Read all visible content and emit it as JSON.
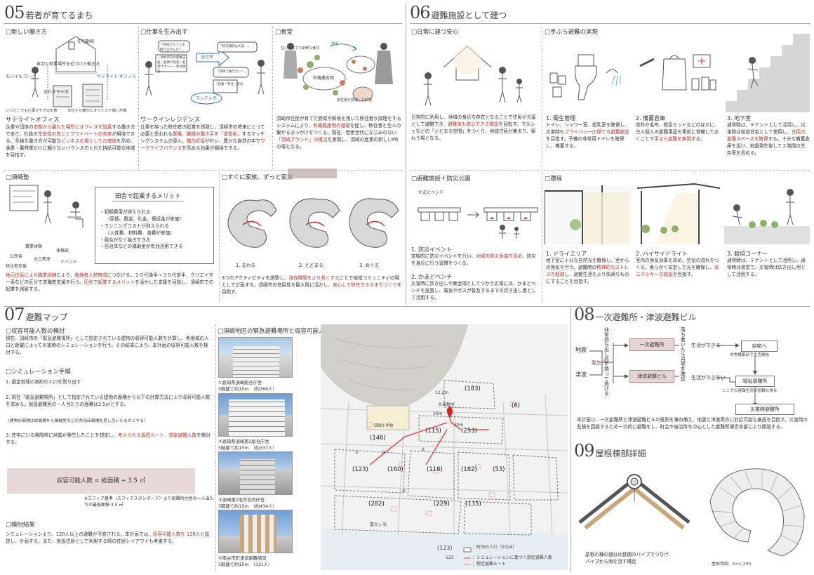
{
  "s05": {
    "num": "05",
    "title": "若者が育てるまち",
    "w1": {
      "h": "□新しい働き方",
      "c1": "在宅勤務",
      "c2": "自宅と就業場所を近づけた働き方",
      "c3": "モバイル\nワーク",
      "c4": "本社オフィス",
      "c5": "サテライト\nオフィス",
      "c6": "いつどこでも仕事ができる形態",
      "c7": "本社から離れたオフィスで働く形態",
      "title": "サテライトオフィス",
      "p1": "企業や団体の",
      "p2": "本拠から離れた場所にオフィスを設置",
      "p3": "する働き方であり、社員の",
      "p4": "生産性の向上とプライベートの充実",
      "p5": "が期待できる。多様な働き方が可能な",
      "p6": "ビジネスの場としての価値",
      "p7": "を高め、漁業・農林業だけに頼らないバランスのとれた持続可能な地域を目指す。"
    },
    "w2": {
      "h": "□仕事を生み出す",
      "b1": "「須崎でカフェを開きませんか？」",
      "b2": "・須崎市内の開業支援・起業の提案・起業サポート・移住相談",
      "b3": "「経営講座は大変…」",
      "b4": "送付名",
      "b5": "「須崎で働きたい！」",
      "b6": "・起業・移住・定住",
      "b7": "マッチング",
      "title": "ワークインレジデンス",
      "p1": "仕事を持った移住者の起業を誘致し、須崎市の将来にとって必要と思われる",
      "p2": "業種、職種の働き手を「逆指名」",
      "p3": "するマッチングシステムの導入。",
      "p4": "職住近接",
      "p5": "が叶い、豊かな自然の中で",
      "p6": "ワークライフバランス",
      "p7": "を高める効果が期待できる。"
    },
    "w3": {
      "h": "□食堂",
      "b1": "住人が育てた新鮮な食材",
      "b2": "循環",
      "b3": "有機農産物",
      "b4": "移住者が調理した料理",
      "p1": "須崎市住民が育てた野菜や鮮魚を用いて移住者が調理をするシステムにより、",
      "p2": "有機農産物の循環",
      "p3": "を促し、移住者と住人の繋がるきっかけをつくる。現在、若者世代になじみのない",
      "p4": "「須崎ブランド」の復活",
      "p5": "を実現し、須崎の産業の新しいPRの場となる。"
    },
    "w4": {
      "h": "□須崎塾",
      "b1": "田舎で起業するメリット",
      "l1": "・初期費用が抑えられる",
      "l1b": "（家賃、敷金、礼金、保証金が安価）",
      "l2": "・ランニングコストが抑えられる",
      "l2b": "（人件費、材料費、食費が安価）",
      "l3": "・競合がなく独占できる",
      "l4": "・自治体などの補助金が有効活用できる",
      "c1": "農業体験",
      "c2": "体験談",
      "c3": "公民会",
      "c4": "水工教室",
      "c5": "移住者支援",
      "c6": "イベント",
      "p1": "地元住民による職業訓練",
      "p2": "により、",
      "p3": "後継者人材育成",
      "p4": "につなげる。２０代後半～３０代前半、クリエイター系などの区分で求職者支援を行う。",
      "p5": "田舎で起業するメリット",
      "p6": "を活かした支援を目指し、須崎市での起業を誘致する。"
    },
    "w5": {
      "h": "□すぐに家族、ずっと家族",
      "k1": "1. まわる",
      "k2": "2. とどまる",
      "k3": "3. めぐる",
      "p1": "3つのアクティビティを誘致し、",
      "p2": "滞在時間をより長くする",
      "p3": "ことで地域コミュニティの場として計画する。須崎市の住民性を最大限に活かし、",
      "p4": "安心して移住できるまちづくり",
      "p5": "を目指す。"
    }
  },
  "s06": {
    "num": "06",
    "title": "避難施設として建つ",
    "a": {
      "h": "□日常に建つ安心",
      "p1": "日常的に利用し、地域の身近な存在となることで住民が言葉として避難でき、",
      "p2": "避難後も安心できる施設",
      "p3": "を目指す。マルシェなどの「とどまる空間」をつくり、地域住民が集まり、賑わう場となる。"
    },
    "b": {
      "h": "□手ぶら避難の実現",
      "t": "1. 衛生管理",
      "p1": "トイレ、シャワー室、授乳室を確保し、災害時も",
      "p2": "プライバシーの保てる避難施設",
      "p3": "を目指す。予備の非常用トイレを確保し、備蓄する。"
    },
    "c": {
      "t": "2. 備蓄倉庫",
      "p1": "食料や毛布、救急セットなどのほかに、住人個人の避難用品を事前に常備しておくことで",
      "p2": "手ぶら避難を実現",
      "p3": "する。"
    },
    "d": {
      "t": "3. 地下室",
      "p1": "通常時は、テナントとして活用し、災害時は仮設住宅として使用し、",
      "p2": "住民の避難スペースを確保",
      "p3": "する。十分な備蓄倉庫を設け、地震発生後して２時間の生存率を高める。"
    },
    "e": {
      "h": "□避難施設＋防災公園",
      "c": "かまどベンチ",
      "t1": "1. 防災イベント",
      "p1": "定期的に防災イベントを行い、",
      "p2": "地域の防災意識を高め",
      "p3": "、防災を身近に行う習慣をつくる。",
      "t2": "2. かまどベンチ",
      "p4": "災害時に炊き出しや集会場としてつかう広場には、かまどベンチを設置し、電気やガスが普及するまでの炊き出し用として活用する。"
    },
    "f": {
      "h": "□環境",
      "t1": "1. ドライエリア",
      "p1": "地下室に十分な自然光を確保し、室からの換気を行う。避難時の",
      "p2": "精神的なストレスを軽減",
      "p3": "し、避難生活をより快適なものにすることを目指す。",
      "t2": "2. ハイサイドライト",
      "p4": "室内の換気効率を高め、空気の流れをつくる。柔らかく安定した光を確保し、",
      "p5": "省エネルギーな施設",
      "p6": "を目指す。",
      "t3": "3. 栽培コーナー",
      "p7": "通常時は、テナントとして活用し、通常時は食堂で、災害時は炊き出し用として活用する。"
    }
  },
  "s07": {
    "num": "07",
    "title": "避難マップ",
    "h1": "□収容可能人数の検討",
    "p1": "現在、須崎市の「緊急避難場所」として指定されている建物の収容可能人数を計算し、各地域の人口と距離によって災害時のシミュレーションを行う。その結果により、本計画の収容可能人数を検討する。",
    "h2": "□シミュレーション手順",
    "s1": "1. 選定地域の各町の人口を割り出す",
    "s2a": "2. 現在「緊急避難場所」として指定されている建物の面積から以下の計算方法により収容可能人数を求める。仮設避難民の一人当たりの面積は3.5㎡とする。",
    "s2b": "（建物の面積は総面積から機械室などの共用床面積を差し引いたものとする）",
    "s3a": "3. 住宅にいる時間帯に地震が発生したことを想定し、",
    "s3b": "考えられる最短ルート、想定避難人数",
    "s3c": "を検討する。",
    "formula": "収容可能人数 = 総面積 ÷ 3.5 ㎡",
    "note": "※スフィア基準（スフィアスタンダード）より避難所住居の一人当たりの最低面積 3.5 ㎡",
    "h3": "□検討結果",
    "r1": "シミュレーションより、120人以上の避難が予想される。本計画では、",
    "r2": "収容可能人数を 128人",
    "r3": "と設定し、計画する。また、仮設住居として利用する際の住居レイアウトも考慮する。",
    "maph": "□須崎地区の緊急避難場所と収容可能人数",
    "ph1": "①高知県須崎総合庁舎",
    "ph1b": "5階建て約15m　（約366人）",
    "ph2": "②高知県須崎第2総合庁舎",
    "ph2b": "5階建て約15m　（約337人）",
    "ph3": "③須崎第2地方合同庁舎",
    "ph3b": "5階建て約15m　（約434人）",
    "ph4": "④南古市町津波避難施設",
    "ph4b": "5階建て約15m　（331人）",
    "m": {
      "n183": "(183)",
      "n6": "(6)",
      "n146": "(146)",
      "n115": "(115)",
      "n253": "(253)",
      "n123a": "(123)",
      "n160": "(160)",
      "n118": "(118)",
      "n182": "(182)",
      "n53": "(53)",
      "n282": "(282)",
      "n229": "(229)",
      "n135": "(135)",
      "d12": "12.2m",
      "d26": "26m",
      "d30": "30m",
      "site": "計画敷地",
      "school": "須崎小学校",
      "beach": "富士ヶ浜",
      "lg1": "(123)",
      "lg1t": "：町内の人口（2024）",
      "lg2": "123",
      "lg2t": "：シミュレーションに基づく想定避難人数",
      "lg3t": "：想定避難ルート",
      "c1": "①",
      "c2": "②",
      "c3": "③",
      "c4": "④"
    }
  },
  "s08": {
    "num": "08",
    "title": "一次避難所・津波避難ビル",
    "v1": "非常持ち出し品を持って逃げる",
    "v2": "落ち着いたら自宅を確認",
    "jishin": "地震",
    "hassei": "発生",
    "tsunami": "津波",
    "b1": "一次避難所",
    "b2": "津波避難ビル",
    "l1": "生活ができる",
    "l2": "生活ができない",
    "o1": "自宅へ",
    "o1s": "非常備蓄品で生活開始",
    "o2": "福祉避難所",
    "o2s": "ここでの避難生活が困難な場合",
    "o3": "災害時避難所",
    "p": "本計画は、一次避難所と津波避難ビルの役割を兼ね備え、地震と津波両方に対応可能な施設を目指す。災害時の危険を回避するため一次的に避難をし、町会や自治体を中心とした避難所運営本部により開設する。"
  },
  "s09": {
    "num": "09",
    "title": "屋根棟部詳細",
    "p1": "屋根の棟の部分は鉄鋼のパイプでつなげ、",
    "p2": "パイプから雨を流す構造",
    "plan": "屋根伏図　S=1:300"
  }
}
